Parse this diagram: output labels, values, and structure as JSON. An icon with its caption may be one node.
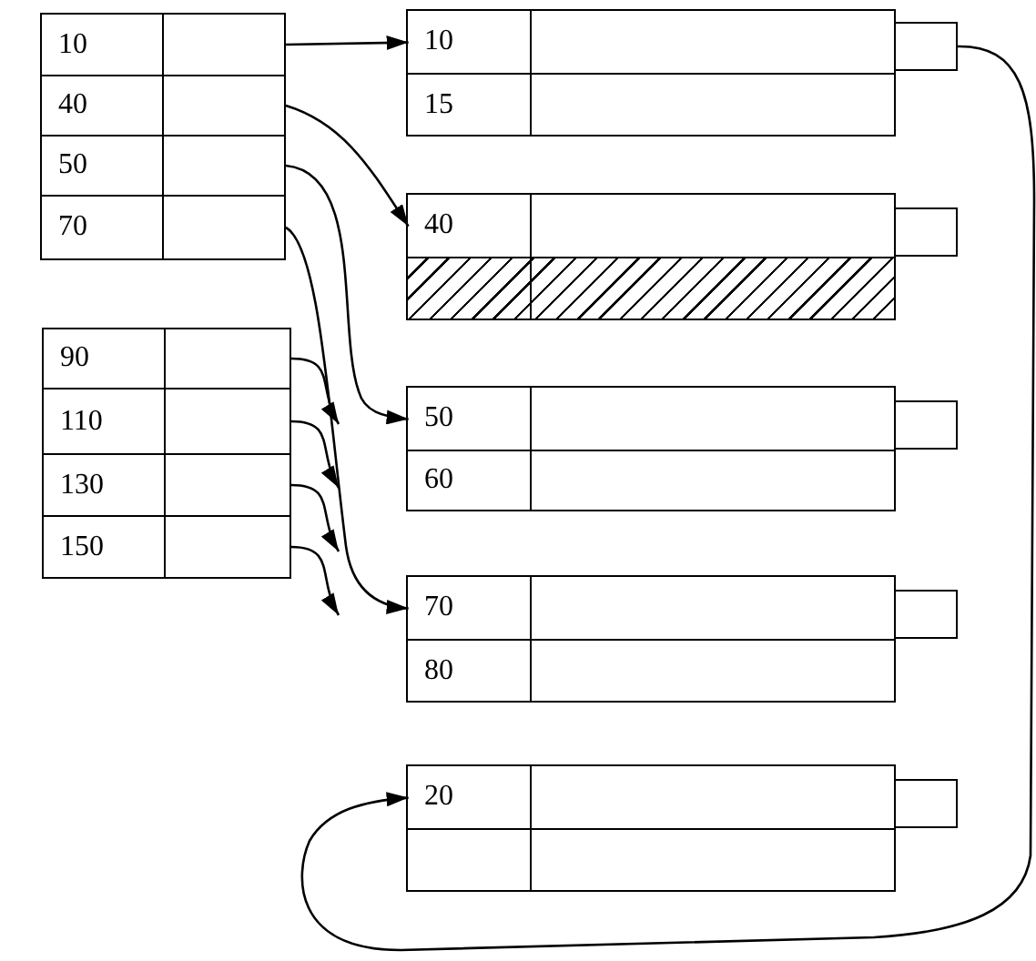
{
  "diagram": {
    "nodes": [
      {
        "text": [
          "10"
        ]
      },
      {
        "text": [
          "40"
        ]
      },
      {
        "text": [
          "50"
        ]
      },
      {
        "text": [
          "70"
        ]
      },
      {
        "text": [
          "90"
        ]
      },
      {
        "text": [
          "110"
        ]
      },
      {
        "text": [
          "130"
        ]
      },
      {
        "text": [
          "150"
        ]
      },
      {
        "text": [],
        "shape": "box"
      },
      {
        "text": [
          "10"
        ],
        "in": 8
      },
      {
        "text": [
          "15"
        ],
        "in": 8
      },
      {
        "text": [],
        "shape": "box"
      },
      {
        "text": [],
        "shape": "box"
      },
      {
        "text": [
          "40"
        ],
        "in": 12
      },
      {
        "text": [],
        "shape": "box",
        "in": 12
      },
      {
        "text": [],
        "shape": "box"
      },
      {
        "text": [],
        "shape": "box"
      },
      {
        "text": [
          "50"
        ],
        "in": 16
      },
      {
        "text": [
          "60"
        ],
        "in": 16
      },
      {
        "text": [],
        "shape": "box"
      },
      {
        "text": [],
        "shape": "box"
      },
      {
        "text": [
          "70"
        ],
        "in": 20
      },
      {
        "text": [
          "80"
        ],
        "in": 20
      },
      {
        "text": [],
        "shape": "box"
      },
      {
        "text": [],
        "shape": "box"
      },
      {
        "text": [
          "20"
        ],
        "in": 24
      },
      {
        "text": [],
        "shape": "box",
        "in": 24
      },
      {
        "text": [],
        "shape": "box"
      }
    ],
    "edges": [
      {
        "from": 0,
        "to": 9,
        "arrow": "to"
      },
      {
        "from": 1,
        "to": 13,
        "arrow": "to"
      },
      {
        "from": 2,
        "to": 17,
        "arrow": "to"
      },
      {
        "from": 3,
        "to": 21,
        "arrow": "to"
      },
      {
        "from": 4,
        "to": null,
        "arrow": "to"
      },
      {
        "from": 5,
        "to": null,
        "arrow": "to"
      },
      {
        "from": 6,
        "to": null,
        "arrow": "to"
      },
      {
        "from": 7,
        "to": null,
        "arrow": "to"
      },
      {
        "from": 11,
        "to": 25,
        "arrow": "to"
      }
    ]
  }
}
